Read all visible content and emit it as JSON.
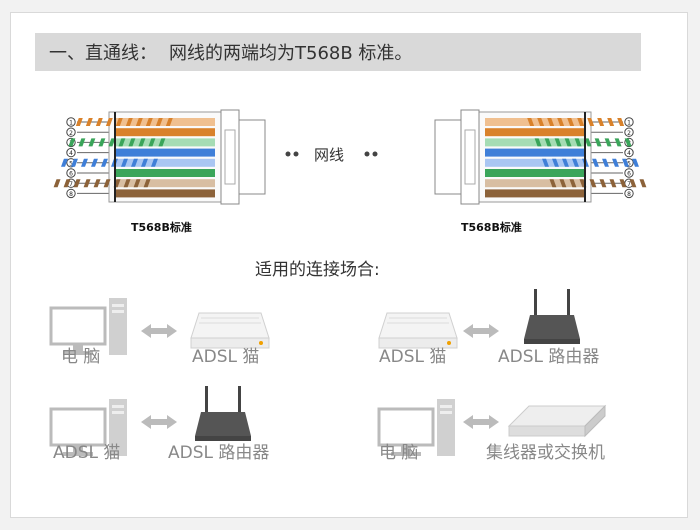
{
  "header": {
    "title_main": "一、直通线：",
    "title_desc": "网线的两端均为T568B 标准。"
  },
  "wiring": {
    "left_caption": "T568B标准",
    "right_caption": "T568B标准",
    "middle_label": "网线",
    "pin_numbers": [
      "1",
      "2",
      "3",
      "4",
      "5",
      "6",
      "7",
      "8"
    ]
  },
  "scenarios": {
    "title": "适用的连接场合:",
    "pairs": [
      {
        "left": "电    脑",
        "right": "ADSL 猫"
      },
      {
        "left": "ADSL 猫",
        "right": "ADSL 路由器"
      },
      {
        "left": "ADSL 猫",
        "right": "ADSL 路由器"
      },
      {
        "left": "电    脑",
        "right": "集线器或交换机"
      }
    ]
  },
  "colors": {
    "orange": "#d9822b",
    "orange_light": "#f0c090",
    "green": "#3aa55a",
    "green_light": "#a5dcb4",
    "blue": "#3f7fd8",
    "blue_light": "#a9c6f2",
    "brown": "#8c6239",
    "brown_light": "#d8bea2",
    "device_gray": "#c8c8c8",
    "title_bg": "#d9d9d9"
  }
}
